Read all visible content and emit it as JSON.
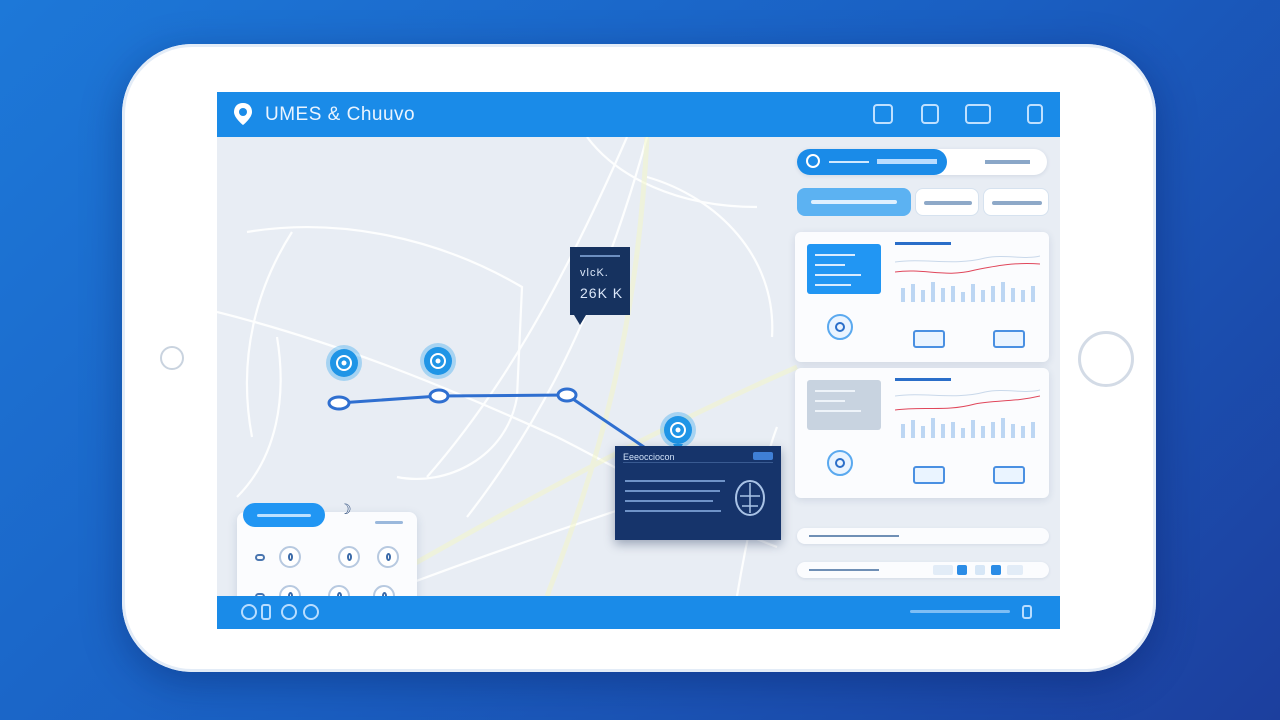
{
  "app": {
    "title": "UMES & Chuuvo"
  },
  "map": {
    "info_box": {
      "line1": "vlcK.",
      "line2": "26K K"
    },
    "detail_card": {
      "heading": "Eeeocciocon"
    }
  },
  "colors": {
    "primary": "#1a8be8",
    "dark_navy": "#16325f",
    "route": "#2f6fd0",
    "background": "#e8edf4"
  },
  "icons": {
    "logo": "location-pin-icon",
    "route_marker": "map-marker-icon",
    "moon": "moon-icon",
    "helmet": "helmet-icon"
  }
}
